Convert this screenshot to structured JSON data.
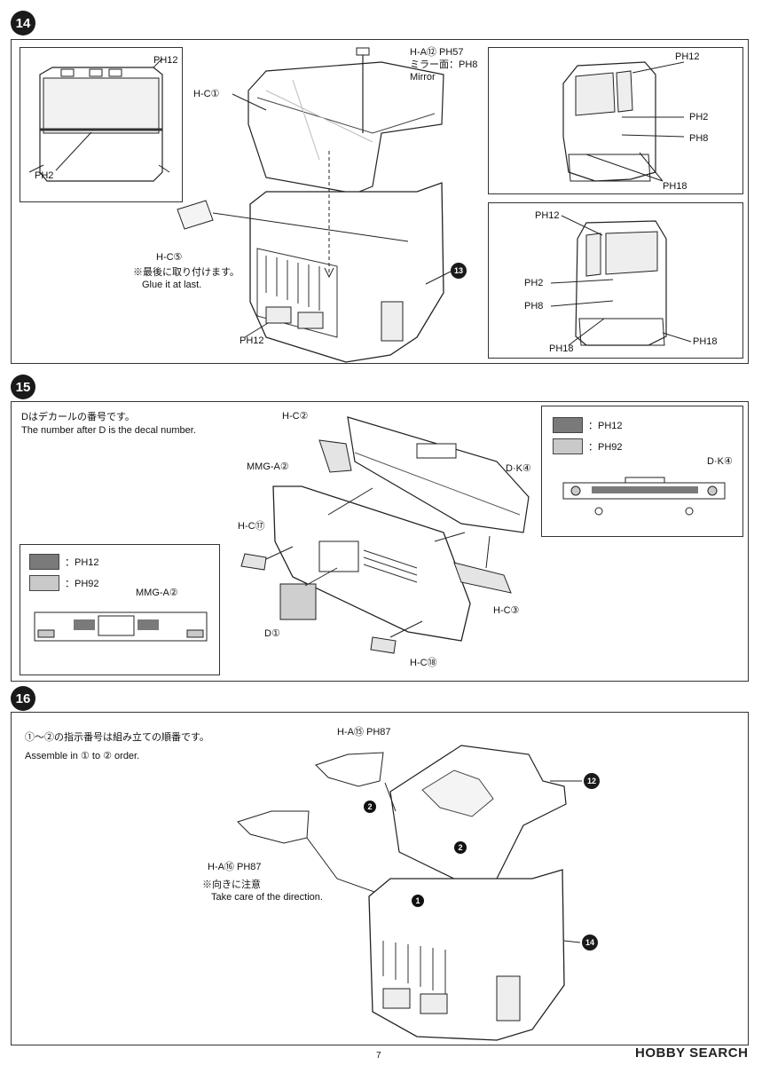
{
  "steps": {
    "s14": {
      "number": "14",
      "labels": {
        "mirror_part": "H-A⑫ PH57",
        "mirror_face": "ミラー面：PH8",
        "mirror_en": "Mirror",
        "hc1": "H-C①",
        "hc5": "H-C⑤",
        "glue_jp": "※最後に取り付けます。",
        "glue_en": "Glue it at last.",
        "ph12_bottom": "PH12",
        "ref13": "13",
        "inset_ph12": "PH12",
        "inset_ph2": "PH2"
      },
      "right_top": {
        "ph12": "PH12",
        "ph2": "PH2",
        "ph8": "PH8",
        "ph18": "PH18"
      },
      "right_bottom": {
        "ph12": "PH12",
        "ph2": "PH2",
        "ph8": "PH8",
        "ph18_left": "PH18",
        "ph18_right": "PH18"
      }
    },
    "s15": {
      "number": "15",
      "decal_note_jp": "Dはデカールの番号です。",
      "decal_note_en": "The number after D is the decal number.",
      "labels": {
        "hc2": "H-C②",
        "mmga2": "MMG-A②",
        "dk4": "D·K④",
        "hc17": "H-C⑰",
        "hc3": "H-C③",
        "d1": "D①",
        "hc18": "H-C⑱"
      },
      "legend_left": [
        {
          "swatch": "#7a7a7a",
          "text": "：PH12"
        },
        {
          "swatch": "#c9c9c9",
          "text": "：PH92"
        }
      ],
      "legend_left_part": "MMG-A②",
      "legend_right": [
        {
          "swatch": "#7a7a7a",
          "text": "：PH12"
        },
        {
          "swatch": "#c9c9c9",
          "text": "：PH92"
        }
      ],
      "legend_right_part": "D·K④"
    },
    "s16": {
      "number": "16",
      "order_note_jp": "①～②の指示番号は組み立ての順番です。",
      "order_note_en": "Assemble in ① to ② order.",
      "labels": {
        "ha15": "H-A⑮ PH87",
        "ha16": "H-A⑯ PH87",
        "direction_jp": "※向きに注意",
        "direction_en": "Take care of the direction.",
        "ref12": "12",
        "ref14": "14",
        "order1": "1",
        "order2a": "2",
        "order2b": "2"
      }
    }
  },
  "footer": {
    "page": "7",
    "watermark": "HOBBY SEARCH"
  }
}
